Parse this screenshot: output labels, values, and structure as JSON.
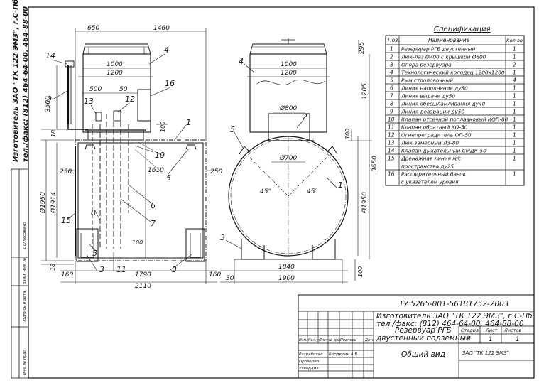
{
  "side_stamp": {
    "line1": "Изготовитель ЗАО \"ТК 122 ЭМЗ\", г.С-Пб",
    "line2": "тел./факс: (812) 464-64-00, 464-88-00"
  },
  "margin_labels": [
    "Согласовано",
    "Инв. № подл.",
    "Подпись и дата",
    "Взам. инв. №"
  ],
  "spec": {
    "title": "Спецификация",
    "headers": [
      "Поз.",
      "Наименование",
      "Кол-во"
    ],
    "rows": [
      {
        "pos": "1",
        "name": "Резервуар РГБ двустенный",
        "qty": "1"
      },
      {
        "pos": "2",
        "name": "Люк-лаз Ø700 с крышкой Ø800",
        "qty": "1"
      },
      {
        "pos": "3",
        "name": "Опора резервуара",
        "qty": "2"
      },
      {
        "pos": "4",
        "name": "Технологический колодец 1200х1200",
        "qty": "1"
      },
      {
        "pos": "5",
        "name": "Рым строповочный",
        "qty": "4"
      },
      {
        "pos": "6",
        "name": "Линия наполнения ду80",
        "qty": "1"
      },
      {
        "pos": "7",
        "name": "Линия выдачи ду50",
        "qty": "1"
      },
      {
        "pos": "8",
        "name": "Линия обесшламливания ду40",
        "qty": "1"
      },
      {
        "pos": "9",
        "name": "Линия деаэрации ду50",
        "qty": "1"
      },
      {
        "pos": "10",
        "name": "Клапан отсечной поплавковый КОП-80",
        "qty": "1"
      },
      {
        "pos": "11",
        "name": "Клапан обратный КО-50",
        "qty": "1"
      },
      {
        "pos": "12",
        "name": "Огнепреградитель ОП-50",
        "qty": "1"
      },
      {
        "pos": "13",
        "name": "Люк замерный ЛЗ-80",
        "qty": "1"
      },
      {
        "pos": "14",
        "name": "Клапан дыхательный СМДК-50",
        "qty": "1"
      },
      {
        "pos": "15",
        "name": "Дренажная линия м/с",
        "name2": "пространства ду25",
        "qty": "1"
      },
      {
        "pos": "16",
        "name": "Расширительный бачок",
        "name2": "с указателем уровня",
        "qty": "1"
      }
    ]
  },
  "title_block": {
    "doc_code": "ТУ 5265-001-56181752-2003",
    "maker_line1": "Изготовитель ЗАО \"ТК 122 ЭМЗ\", г.С-Пб",
    "maker_line2": "тел./факс: (812) 464-64-00, 464-88-00",
    "col_headers": [
      "Изм.",
      "Кол.уч",
      "Лист",
      "№ док.",
      "Подпись",
      "Дата"
    ],
    "roles": [
      "Разработал",
      "Проверил",
      "Утвердил"
    ],
    "developer": "Бердюгин А.В.",
    "product_line1": "Резервуар РГБ",
    "product_line2": "двустенный подземный",
    "view_name": "Общий вид",
    "stage_headers": [
      "Стадия",
      "Лист",
      "Листов"
    ],
    "stage_values": [
      "Р",
      "1",
      "1"
    ],
    "company": "ЗАО \"ТК 122 ЭМЗ\""
  },
  "side_view": {
    "dims": {
      "d650": "650",
      "d1460": "1460",
      "d1000": "1000",
      "d1200": "1200",
      "d500": "500",
      "d50": "50",
      "d3500": "3500",
      "d18a": "18",
      "d18b": "18",
      "d100a": "100",
      "d100b": "100",
      "d250a": "250",
      "d250b": "250",
      "d1610": "1610",
      "d1950": "Ø1950",
      "d1914": "Ø1914",
      "d160a": "160",
      "d1790": "1790",
      "d160b": "160",
      "d2110": "2110"
    },
    "callouts": {
      "c14": "14",
      "c9": "9",
      "c4": "4",
      "c16": "16",
      "c13": "13",
      "c12": "12",
      "c1": "1",
      "c10": "10",
      "c5": "5",
      "c6": "6",
      "c7": "7",
      "c8": "8",
      "c15": "15",
      "c3a": "3",
      "c11": "11",
      "c3b": "3"
    }
  },
  "end_view": {
    "dims": {
      "d1000": "1000",
      "d1200": "1200",
      "d295": "295",
      "d1205": "1205",
      "d800": "Ø800",
      "d700": "Ø700",
      "d100": "100",
      "d3650": "3650",
      "d1950": "Ø1950",
      "a45a": "45°",
      "a45b": "45°",
      "d1840": "1840",
      "d1900": "1900",
      "d30": "30",
      "d100b": "100"
    },
    "callouts": {
      "c4": "4",
      "c2": "2",
      "c5": "5",
      "c1": "1",
      "c3": "3"
    }
  },
  "colors": {
    "ink": "#111111",
    "paper": "#ffffff"
  }
}
